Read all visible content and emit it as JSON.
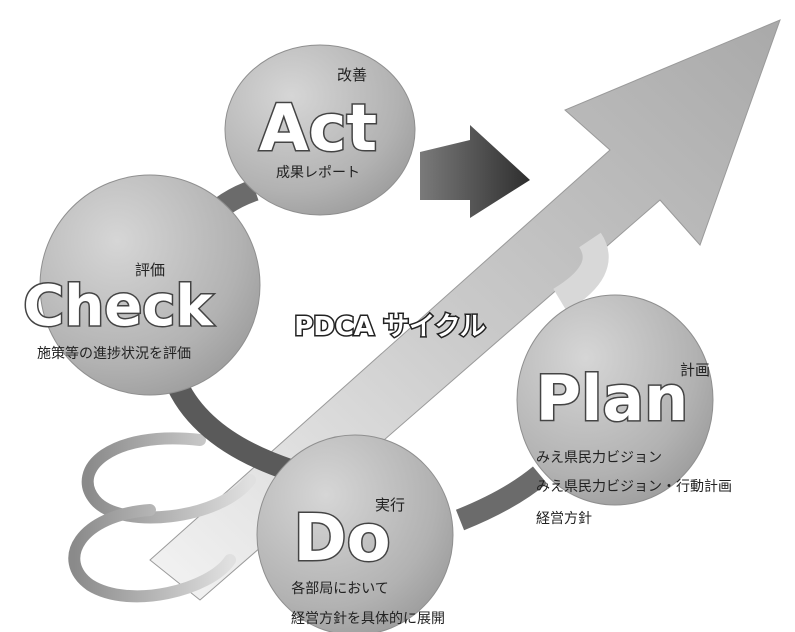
{
  "cycle": {
    "title": "PDCA サイクル"
  },
  "act": {
    "word": "Act",
    "jp": "改善",
    "desc": "成果レポート"
  },
  "check": {
    "word": "Check",
    "jp": "評価",
    "desc": "施策等の進捗状況を評価"
  },
  "plan": {
    "word": "Plan",
    "jp": "計画",
    "items": [
      "みえ県民力ビジョン",
      "みえ県民力ビジョン・行動計画",
      "経営方針"
    ]
  },
  "do": {
    "word": "Do",
    "jp": "実行",
    "desc": [
      "各部局において",
      "経営方針を具体的に展開"
    ]
  },
  "colors": {
    "ellipse_fill": "#b9b9b9",
    "arrow_dark": "#3a3a3a",
    "arrow_light": "#cfcfcf",
    "text_outline": "#333333"
  }
}
